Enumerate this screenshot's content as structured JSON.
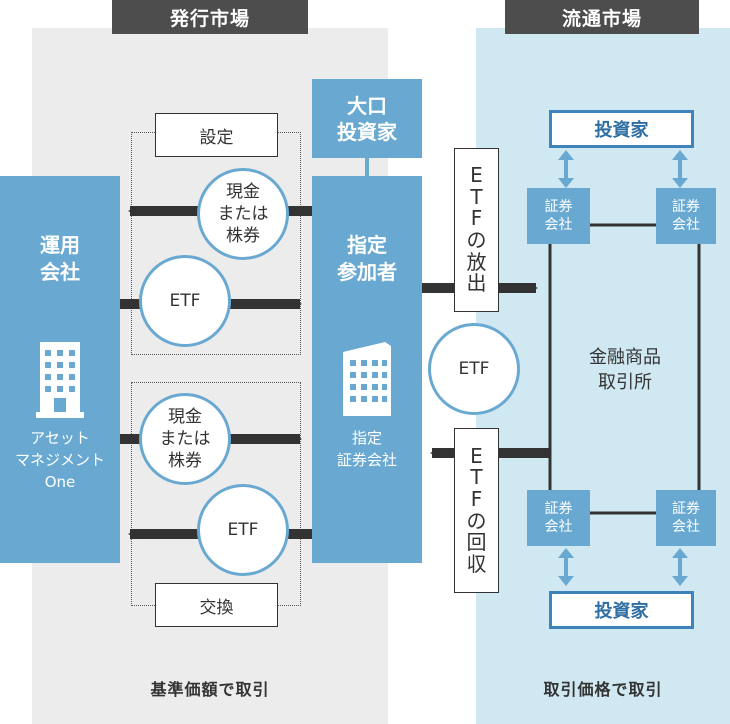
{
  "headers": {
    "primary_market": "発行市場",
    "secondary_market": "流通市場"
  },
  "left": {
    "management_company": "運用\n会社",
    "management_company_name": "アセット\nマネジメント\nOne",
    "creation_label": "設定",
    "exchange_label": "交換",
    "cash_or_shares": "現金\nまたは\n株券",
    "etf": "ETF"
  },
  "middle": {
    "large_investor": "大口\n投資家",
    "authorized_participant": "指定\n参加者",
    "designated_securities_company": "指定\n証券会社",
    "etf_release": [
      "E",
      "T",
      "F",
      "の",
      "放",
      "出"
    ],
    "etf_recovery": [
      "E",
      "T",
      "F",
      "の",
      "回",
      "収"
    ],
    "etf": "ETF"
  },
  "right": {
    "investor": "投資家",
    "securities_company": "証券\n会社",
    "exchange": "金融商品\n取引所"
  },
  "footer": {
    "left": "基準価額で取引",
    "right": "取引価格で取引"
  },
  "colors": {
    "header_bg": "#4d4d4d",
    "left_panel_bg": "#ececec",
    "right_panel_bg": "#cfe8f2",
    "accent_blue": "#69a9d1",
    "investor_border": "#3e84bb",
    "arrow_dark": "#333333"
  }
}
